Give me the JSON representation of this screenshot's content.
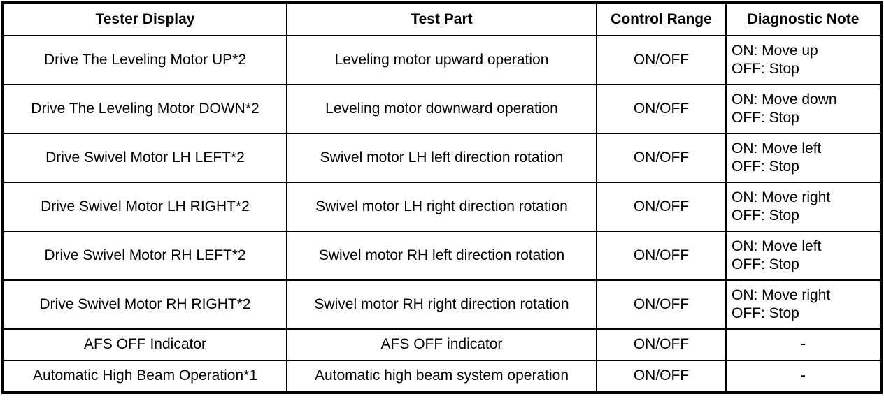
{
  "table": {
    "columns": [
      {
        "key": "tester_display",
        "label": "Tester Display"
      },
      {
        "key": "test_part",
        "label": "Test Part"
      },
      {
        "key": "control_range",
        "label": "Control Range"
      },
      {
        "key": "diagnostic_note",
        "label": "Diagnostic Note"
      }
    ],
    "rows": [
      {
        "tester_display": "Drive The Leveling Motor UP*2",
        "test_part": "Leveling motor upward operation",
        "control_range": "ON/OFF",
        "note_line1": "ON: Move up",
        "note_line2": "OFF: Stop"
      },
      {
        "tester_display": "Drive The Leveling Motor DOWN*2",
        "test_part": "Leveling motor downward operation",
        "control_range": "ON/OFF",
        "note_line1": "ON: Move down",
        "note_line2": "OFF: Stop"
      },
      {
        "tester_display": "Drive Swivel Motor LH LEFT*2",
        "test_part": "Swivel motor LH left direction rotation",
        "control_range": "ON/OFF",
        "note_line1": "ON: Move left",
        "note_line2": "OFF: Stop"
      },
      {
        "tester_display": "Drive Swivel Motor LH RIGHT*2",
        "test_part": "Swivel motor LH right direction rotation",
        "control_range": "ON/OFF",
        "note_line1": "ON: Move right",
        "note_line2": "OFF: Stop"
      },
      {
        "tester_display": "Drive Swivel Motor RH LEFT*2",
        "test_part": "Swivel motor RH left direction rotation",
        "control_range": "ON/OFF",
        "note_line1": "ON: Move left",
        "note_line2": "OFF: Stop"
      },
      {
        "tester_display": "Drive Swivel Motor RH RIGHT*2",
        "test_part": "Swivel motor RH right direction rotation",
        "control_range": "ON/OFF",
        "note_line1": "ON: Move right",
        "note_line2": "OFF: Stop"
      },
      {
        "tester_display": "AFS OFF Indicator",
        "test_part": "AFS OFF indicator",
        "control_range": "ON/OFF",
        "note_single": "-"
      },
      {
        "tester_display": "Automatic High Beam Operation*1",
        "test_part": "Automatic high beam system operation",
        "control_range": "ON/OFF",
        "note_single": "-"
      }
    ]
  },
  "colors": {
    "border": "#000000",
    "text": "#000000",
    "background": "#ffffff"
  }
}
